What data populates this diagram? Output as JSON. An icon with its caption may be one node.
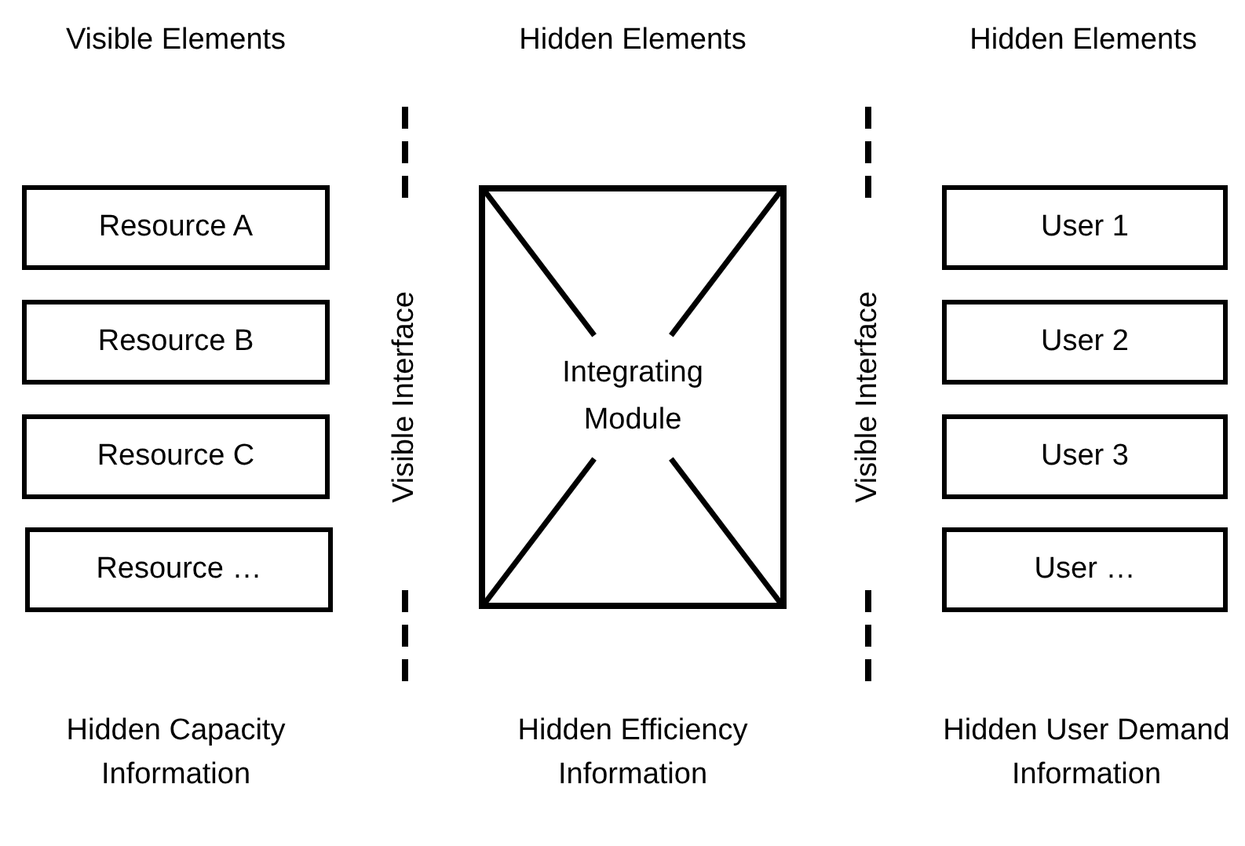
{
  "diagram": {
    "nodes": [
      {
        "text": [
          "Resource A"
        ]
      },
      {
        "text": [
          "Resource B"
        ]
      },
      {
        "text": [
          "Resource C"
        ]
      },
      {
        "text": [
          "Resource …"
        ]
      },
      {
        "text": [
          "Integrating Module"
        ]
      },
      {
        "text": [
          "User 1"
        ]
      },
      {
        "text": [
          "User 2"
        ]
      },
      {
        "text": [
          "User 3"
        ]
      },
      {
        "text": [
          "User …"
        ]
      }
    ],
    "labels": [
      "Visible Elements",
      "Hidden Elements",
      "Hidden Elements",
      "Visible Interface",
      "Visible Interface",
      "Hidden Capacity Information",
      "Hidden Efficiency Information",
      "Hidden User Demand Information"
    ]
  }
}
